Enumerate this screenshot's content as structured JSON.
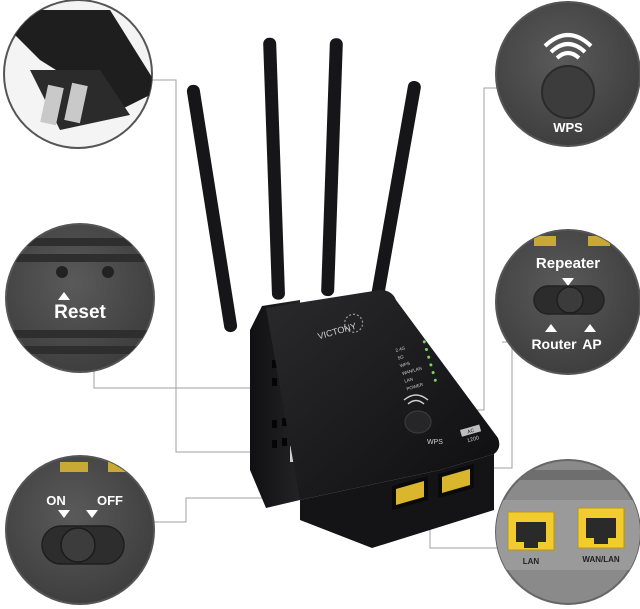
{
  "callouts": {
    "wps": {
      "label": "WPS"
    },
    "reset": {
      "label": "Reset"
    },
    "mode_switch": {
      "repeater": "Repeater",
      "router": "Router",
      "ap": "AP"
    },
    "power_switch": {
      "on": "ON",
      "off": "OFF"
    },
    "ports": {
      "lan": "LAN",
      "wan_lan": "WAN/LAN"
    }
  },
  "device": {
    "brand": "VICTONY",
    "wps_label": "WPS",
    "badge_top": "AC",
    "badge_bottom": "1200",
    "indicators": [
      "2.4G",
      "5G",
      "WPS",
      "WAN/LAN",
      "LAN",
      "POWER"
    ]
  },
  "colors": {
    "device_body": "#1c1c1e",
    "callout_bg": "#4a4a4a",
    "port_yellow": "#f2cc2e",
    "led_green": "#7cd35a"
  }
}
